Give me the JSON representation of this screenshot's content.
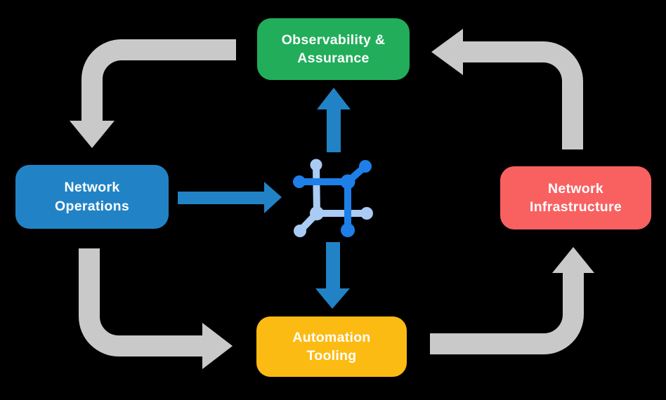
{
  "diagram": {
    "colors": {
      "background": "#000000",
      "green": "#22AD5A",
      "blue": "#2183C6",
      "red": "#F96161",
      "yellow": "#FCBB13",
      "gray": "#C9C9C9",
      "arrow_blue": "#2183C6",
      "icon_dark": "#1E7FE8",
      "icon_light": "#A9CBF4",
      "label_text": "#FFFFFF"
    },
    "nodes": [
      {
        "id": "observability-assurance",
        "label": "Observability &\nAssurance",
        "color_key": "green"
      },
      {
        "id": "network-operations",
        "label": "Network\nOperations",
        "color_key": "blue"
      },
      {
        "id": "network-infrastructure",
        "label": "Network\nInfrastructure",
        "color_key": "red"
      },
      {
        "id": "automation-tooling",
        "label": "Automation\nTooling",
        "color_key": "yellow"
      }
    ],
    "center_icon": {
      "name": "network-mesh-icon"
    },
    "cycle_arrows": [
      {
        "from": "observability-assurance",
        "to": "network-operations",
        "color_key": "gray"
      },
      {
        "from": "network-operations",
        "to": "automation-tooling",
        "color_key": "gray"
      },
      {
        "from": "automation-tooling",
        "to": "network-infrastructure",
        "color_key": "gray"
      },
      {
        "from": "network-infrastructure",
        "to": "observability-assurance",
        "color_key": "gray"
      }
    ],
    "center_arrows": [
      {
        "from": "network-operations",
        "to": "center-icon",
        "color_key": "arrow_blue"
      },
      {
        "from": "center-icon",
        "to": "observability-assurance",
        "color_key": "arrow_blue"
      },
      {
        "from": "center-icon",
        "to": "automation-tooling",
        "color_key": "arrow_blue"
      }
    ]
  }
}
